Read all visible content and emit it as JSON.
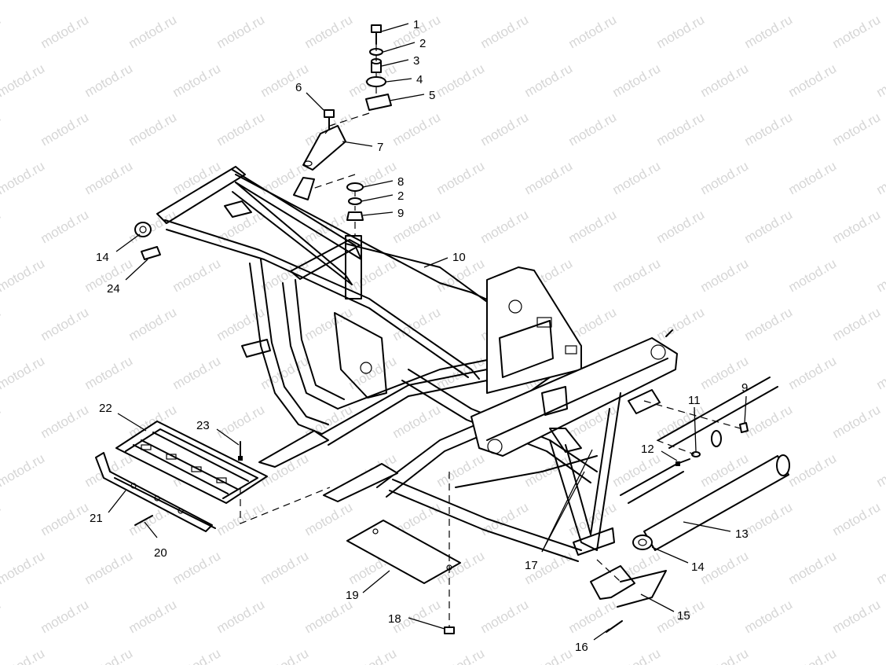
{
  "watermark": {
    "text": "motod.ru",
    "color": "#d6d6d6"
  },
  "callouts": [
    {
      "id": "c1",
      "label": "1"
    },
    {
      "id": "c2a",
      "label": "2"
    },
    {
      "id": "c3",
      "label": "3"
    },
    {
      "id": "c4",
      "label": "4"
    },
    {
      "id": "c5",
      "label": "5"
    },
    {
      "id": "c6",
      "label": "6"
    },
    {
      "id": "c7",
      "label": "7"
    },
    {
      "id": "c8",
      "label": "8"
    },
    {
      "id": "c2b",
      "label": "2"
    },
    {
      "id": "c9a",
      "label": "9"
    },
    {
      "id": "c10",
      "label": "10"
    },
    {
      "id": "c14a",
      "label": "14"
    },
    {
      "id": "c24",
      "label": "24"
    },
    {
      "id": "c22",
      "label": "22"
    },
    {
      "id": "c23",
      "label": "23"
    },
    {
      "id": "c21",
      "label": "21"
    },
    {
      "id": "c20",
      "label": "20"
    },
    {
      "id": "c9b",
      "label": "9"
    },
    {
      "id": "c11",
      "label": "11"
    },
    {
      "id": "c12",
      "label": "12"
    },
    {
      "id": "c13",
      "label": "13"
    },
    {
      "id": "c14b",
      "label": "14"
    },
    {
      "id": "c17",
      "label": "17"
    },
    {
      "id": "c15",
      "label": "15"
    },
    {
      "id": "c16",
      "label": "16"
    },
    {
      "id": "c19",
      "label": "19"
    },
    {
      "id": "c18",
      "label": "18"
    }
  ]
}
